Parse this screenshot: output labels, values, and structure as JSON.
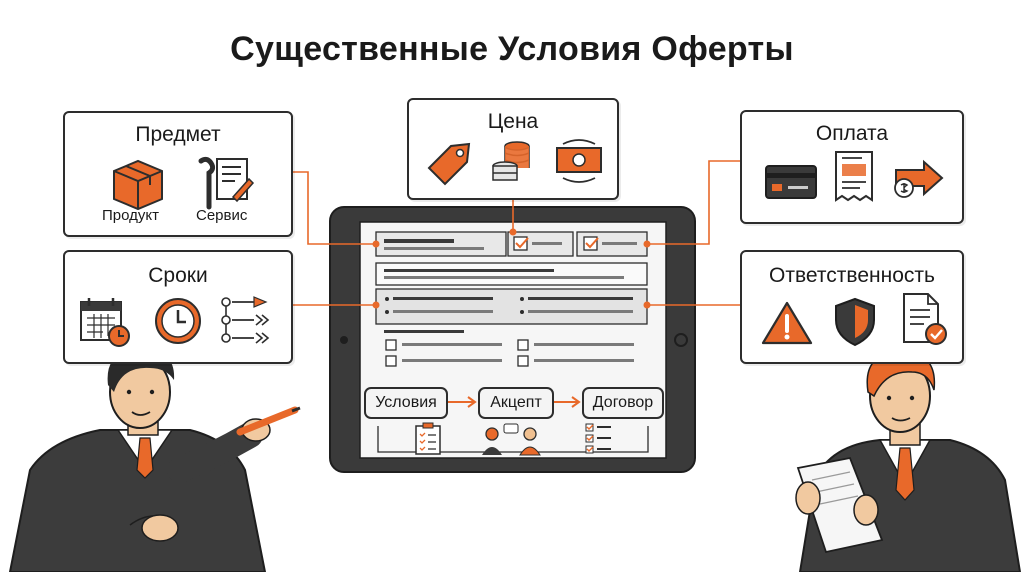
{
  "title": "Существенные Условия Оферты",
  "cards": {
    "subject": {
      "title": "Предмет",
      "items": [
        "Продукт",
        "Сервис"
      ]
    },
    "price": {
      "title": "Цена"
    },
    "payment": {
      "title": "Оплата"
    },
    "terms": {
      "title": "Сроки"
    },
    "liability": {
      "title": "Ответственность"
    }
  },
  "flow": [
    "Условия",
    "Акцепт",
    "Договор"
  ],
  "colors": {
    "accent": "#e8692a",
    "ink": "#2d2d2d",
    "tablet": "#3a3a3a",
    "screen": "#f2f2f2"
  },
  "icons": {
    "subject": [
      "box-icon",
      "wrench-document-icon"
    ],
    "price": [
      "price-tag-icon",
      "coin-stack-icon",
      "banknote-exchange-icon"
    ],
    "payment": [
      "credit-card-icon",
      "invoice-icon",
      "payment-arrow-icon"
    ],
    "terms": [
      "calendar-icon",
      "clock-icon",
      "timeline-icon"
    ],
    "liability": [
      "warning-icon",
      "shield-icon",
      "approved-document-icon"
    ]
  }
}
